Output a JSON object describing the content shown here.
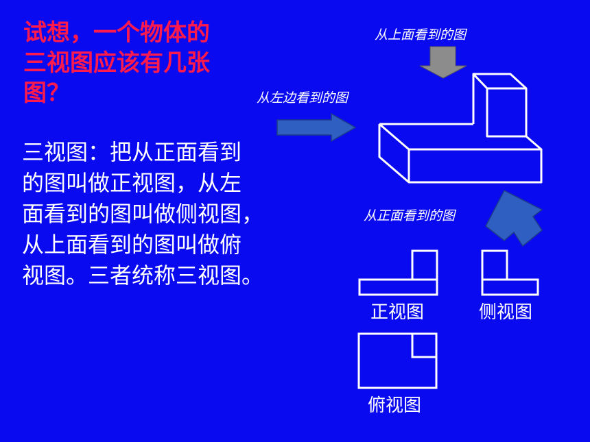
{
  "question": {
    "lines": [
      "试想，一个物体的",
      "三视图应该有几张",
      "图？"
    ]
  },
  "answer": {
    "lines": [
      "三视图：把从正面看到",
      "的图叫做正视图，从左",
      "面看到的图叫做侧视图，",
      "从上面看到的图叫做俯",
      "视图。三者统称三视图。"
    ]
  },
  "labels": {
    "top_view_direction": "从上面看到的图",
    "left_view_direction": "从左边看到的图",
    "front_view_direction": "从正面看到的图"
  },
  "captions": {
    "front_view": "正视图",
    "side_view": "侧视图",
    "top_view": "俯视图"
  },
  "colors": {
    "background": "#0a0af0",
    "question_text": "#ff1a4d",
    "arrow_gray": "#8c8c8c",
    "arrow_blue": "#2f5fc0",
    "lines": "#ffffff"
  }
}
